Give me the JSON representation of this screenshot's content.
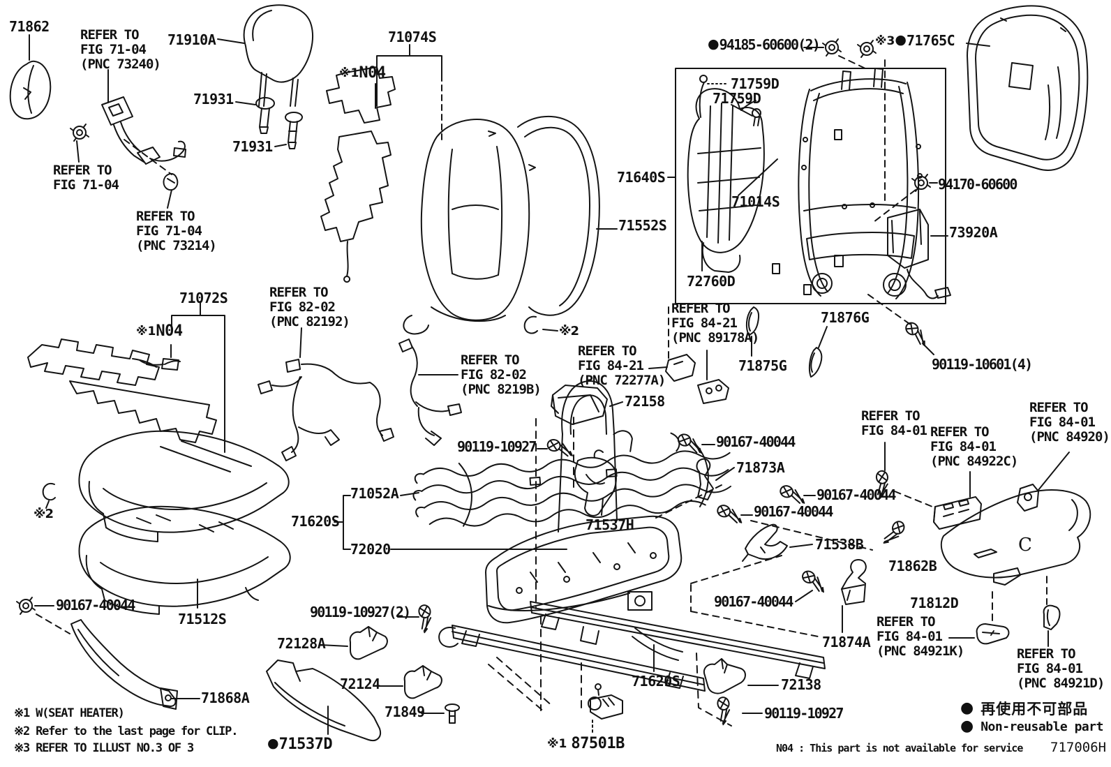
{
  "parts": {
    "p71862": "71862",
    "p71910A": "71910A",
    "p71931": "71931",
    "p71074S": "71074S",
    "p71072S": "71072S",
    "p71640S": "71640S",
    "p71552S": "71552S",
    "p71759D": "71759D",
    "p71014S": "71014S",
    "p72760D": "72760D",
    "p94185": "94185-60600(2)",
    "p71765C": "71765C",
    "p94170": "94170-60600",
    "p73920A": "73920A",
    "p71875G": "71875G",
    "p71876G": "71876G",
    "p90119_10601": "90119-10601(4)",
    "p72158": "72158",
    "p90119_10927": "90119-10927",
    "p90119_10927_2": "90119-10927(2)",
    "p71052A": "71052A",
    "p71620S": "71620S",
    "p72020": "72020",
    "p71537H": "71537H",
    "p90167": "90167-40044",
    "p71873A": "71873A",
    "p71538B": "71538B",
    "p71862B": "71862B",
    "p71812D": "71812D",
    "p71874A": "71874A",
    "p71512S": "71512S",
    "p71868A": "71868A",
    "p72128A": "72128A",
    "p72124": "72124",
    "p71849": "71849",
    "p71537D": "71537D",
    "p87501B": "87501B",
    "p72138": "72138"
  },
  "refer": {
    "to": "REFER TO",
    "f7104": "FIG 71-04",
    "f8202": "FIG 82-02",
    "f8421": "FIG 84-21",
    "f8401": "FIG 84-01",
    "pnc73240": "(PNC 73240)",
    "pnc73214": "(PNC 73214)",
    "pnc82192": "(PNC 82192)",
    "pnc8219B": "(PNC 8219B)",
    "pnc72277A": "(PNC 72277A)",
    "pnc89178A": "(PNC 89178A)",
    "pnc84922C": "(PNC 84922C)",
    "pnc84920": "(PNC 84920)",
    "pnc84921K": "(PNC 84921K)",
    "pnc84921D": "(PNC 84921D)"
  },
  "sym": {
    "s1": "※1",
    "s2": "※2",
    "s3": "※3",
    "n04": "N04",
    "bullet": "●",
    "c_mark": "C"
  },
  "notes": {
    "note1": "※1 W(SEAT HEATER)",
    "note2": "※2 Refer to the last page for CLIP.",
    "note3": "※3 REFER TO ILLUST NO.3 OF 3",
    "service_note": "N04 : This part is not available for service",
    "nonreusable_jp": "再使用不可部品",
    "nonreusable_en": "Non-reusable part",
    "figure_code": "717006H"
  }
}
